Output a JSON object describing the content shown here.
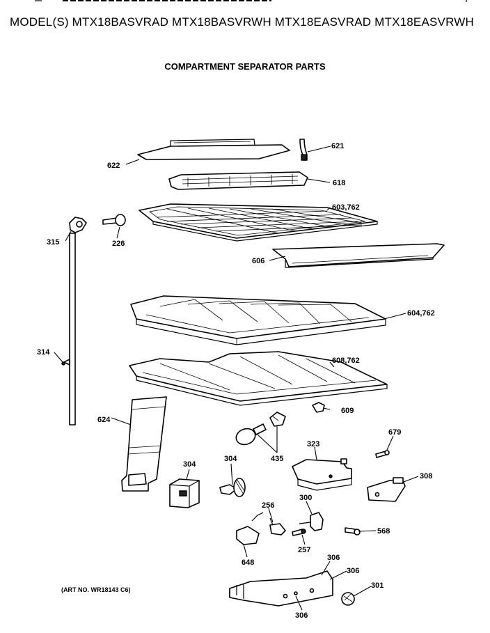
{
  "header": {
    "models": "MODEL(S) MTX18BASVRAD  MTX18BASVRWH  MTX18EASVRAD  MTX18EASVRWH"
  },
  "title": "COMPARTMENT SEPARATOR PARTS",
  "art_note": "(ART NO. WR18143 C6)",
  "callouts": {
    "c621": "621",
    "c622": "622",
    "c618": "618",
    "c603": "603,762",
    "c315": "315",
    "c226": "226",
    "c606": "606",
    "c604": "604,762",
    "c314": "314",
    "c608": "608,762",
    "c609": "609",
    "c624": "624",
    "c679": "679",
    "c323": "323",
    "c435": "435",
    "c304a": "304",
    "c304b": "304",
    "c308": "308",
    "c300": "300",
    "c256": "256",
    "c568": "568",
    "c648": "648",
    "c257": "257",
    "c306a": "306",
    "c306b": "306",
    "c301": "301",
    "c306c": "306"
  }
}
